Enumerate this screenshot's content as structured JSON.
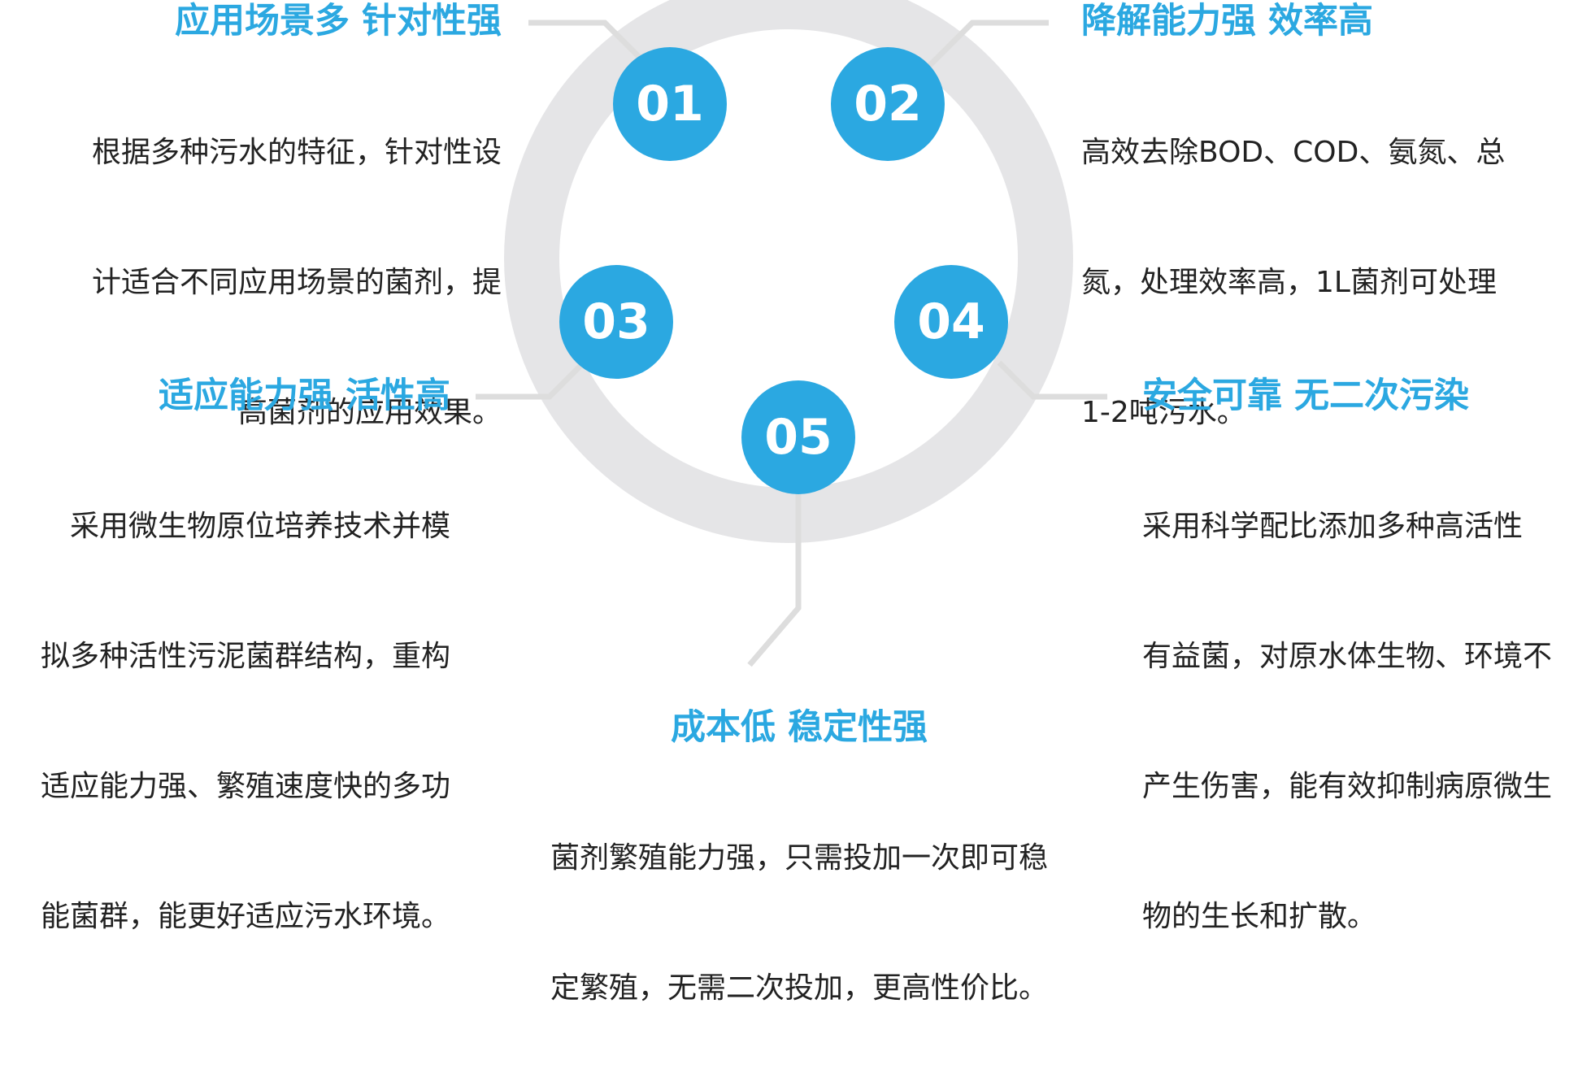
{
  "colors": {
    "accent": "#2ba8e1",
    "ring": "#e5e5e7",
    "connector": "#dddddd",
    "text": "#222222"
  },
  "items": [
    {
      "number": "01",
      "title": "应用场景多 针对性强",
      "lines": [
        "根据多种污水的特征，针对性设",
        "计适合不同应用场景的菌剂，提",
        "高菌剂的应用效果。"
      ]
    },
    {
      "number": "02",
      "title": "降解能力强  效率高",
      "lines": [
        "高效去除BOD、COD、氨氮、总",
        "氮，处理效率高，1L菌剂可处理",
        "1-2吨污水。"
      ]
    },
    {
      "number": "03",
      "title": "适应能力强  活性高",
      "lines": [
        "采用微生物原位培养技术并模",
        "拟多种活性污泥菌群结构，重构",
        "适应能力强、繁殖速度快的多功",
        "能菌群，能更好适应污水环境。"
      ]
    },
    {
      "number": "04",
      "title": "安全可靠  无二次污染",
      "lines": [
        "采用科学配比添加多种高活性",
        "有益菌，对原水体生物、环境不",
        "产生伤害，能有效抑制病原微生",
        "物的生长和扩散。"
      ]
    },
    {
      "number": "05",
      "title": "成本低  稳定性强",
      "lines": [
        "菌剂繁殖能力强，只需投加一次即可稳",
        "定繁殖，无需二次投加，更高性价比。"
      ]
    }
  ]
}
